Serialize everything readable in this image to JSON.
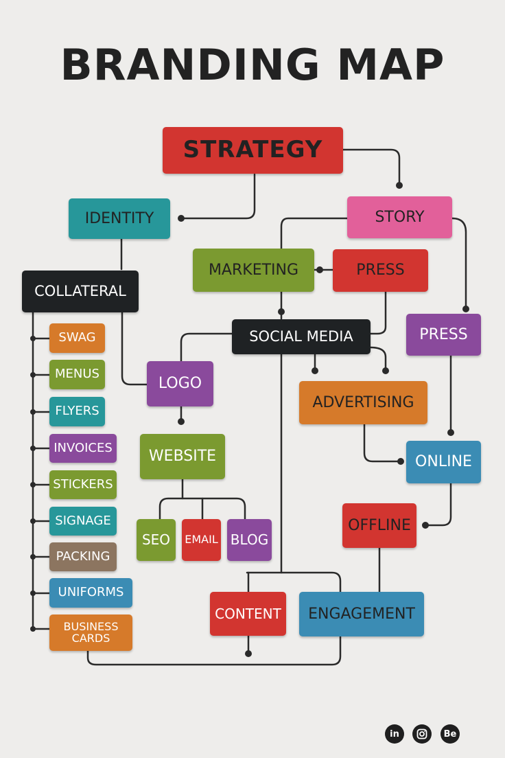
{
  "title": "BRANDING MAP",
  "nodes": {
    "strategy": "STRATEGY",
    "identity": "IDENTITY",
    "story": "STORY",
    "collateral": "COLLATERAL",
    "marketing": "MARKETING",
    "press_1": "PRESS",
    "social_media": "SOCIAL MEDIA",
    "press_2": "PRESS",
    "swag": "SWAG",
    "menus": "MENUS",
    "flyers": "FLYERS",
    "invoices": "INVOICES",
    "stickers": "STICKERS",
    "signage": "SIGNAGE",
    "packing": "PACKING",
    "uniforms": "UNIFORMS",
    "business_cards": "BUSINESS CARDS",
    "logo": "LOGO",
    "website": "WEBSITE",
    "seo": "SEO",
    "email": "EMAIL",
    "blog": "BLOG",
    "advertising": "ADVERTISING",
    "online": "ONLINE",
    "offline": "OFFLINE",
    "content": "CONTENT",
    "engagement": "ENGAGEMENT"
  },
  "social_icons": [
    {
      "icon": "linkedin-icon",
      "label": "in"
    },
    {
      "icon": "instagram-icon",
      "label": ""
    },
    {
      "icon": "behance-icon",
      "label": "Be"
    }
  ],
  "colors": {
    "red": "#d23530",
    "teal": "#27979a",
    "pink": "#e2609a",
    "black": "#1f2224",
    "green": "#7b9a30",
    "purple": "#8a4a9c",
    "orange": "#d67a2a",
    "blue": "#3b8cb4",
    "brown": "#8c7560"
  }
}
